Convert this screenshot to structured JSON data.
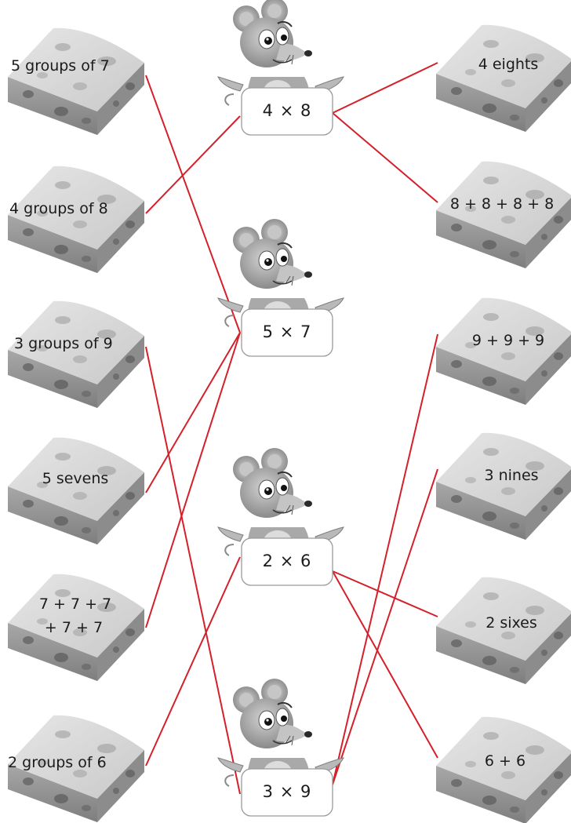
{
  "colors": {
    "line": "#d4202a",
    "cheese_top": "#d9d9d9",
    "cheese_side": "#9b9b9b",
    "mouse_body": "#b5b5b5"
  },
  "left_cheeses": [
    {
      "lines": [
        "5 groups of 7"
      ]
    },
    {
      "lines": [
        "4 groups of 8"
      ]
    },
    {
      "lines": [
        "3 groups of 9"
      ]
    },
    {
      "lines": [
        "5 sevens"
      ]
    },
    {
      "lines": [
        "7 + 7 + 7",
        "+ 7 + 7"
      ]
    },
    {
      "lines": [
        "2 groups of 6"
      ]
    }
  ],
  "right_cheeses": [
    {
      "lines": [
        "4 eights"
      ]
    },
    {
      "lines": [
        "8 + 8 + 8 + 8"
      ]
    },
    {
      "lines": [
        "9 + 9 + 9"
      ]
    },
    {
      "lines": [
        "3 nines"
      ]
    },
    {
      "lines": [
        "2 sixes"
      ]
    },
    {
      "lines": [
        "6 + 6"
      ]
    }
  ],
  "mice": [
    {
      "label": "4 × 8"
    },
    {
      "label": "5 × 7"
    },
    {
      "label": "2 × 6"
    },
    {
      "label": "3 × 9"
    }
  ]
}
